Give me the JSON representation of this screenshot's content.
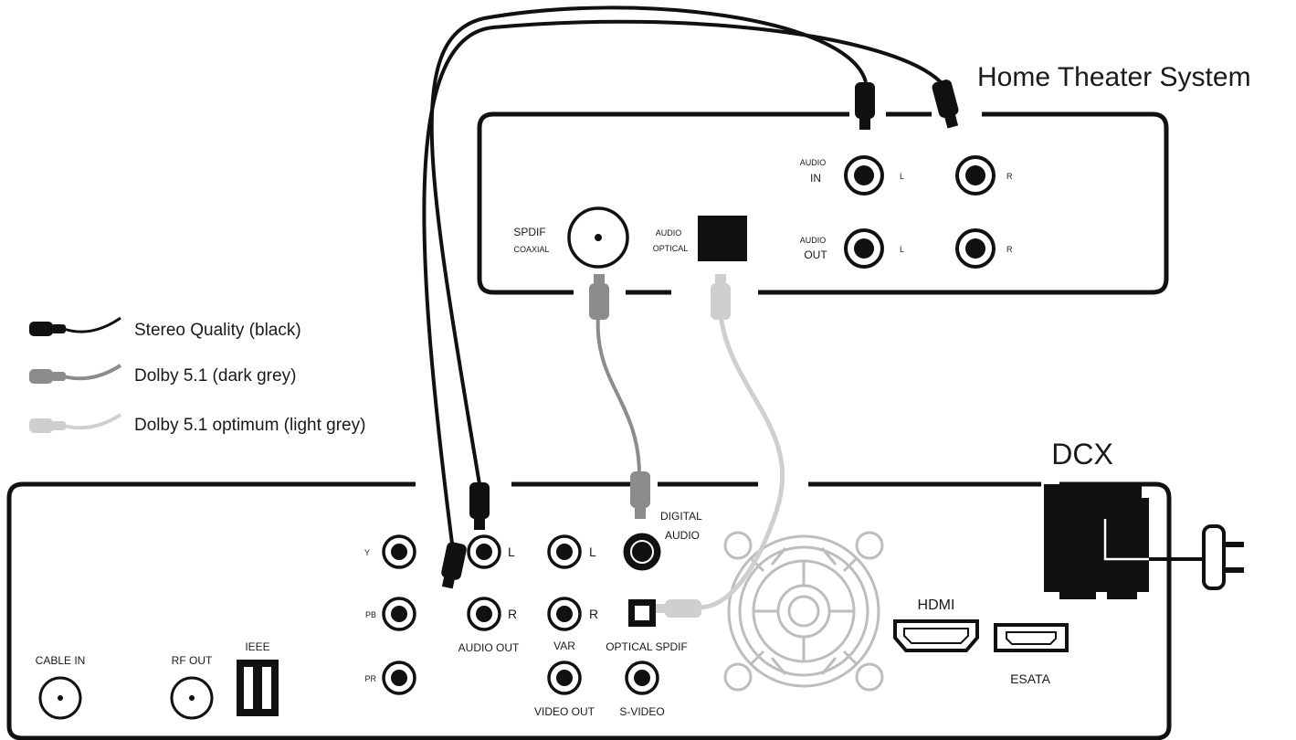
{
  "home_theater": {
    "title": "Home Theater System",
    "audio_in": {
      "top": "AUDIO",
      "bottom": "IN",
      "left": "L",
      "right": "R"
    },
    "audio_out": {
      "top": "AUDIO",
      "bottom": "OUT",
      "left": "L",
      "right": "R"
    },
    "spdif": {
      "top": "SPDIF",
      "bottom": "COAXIAL"
    },
    "audio_optical": {
      "top": "AUDIO",
      "bottom": "OPTICAL"
    }
  },
  "legend": [
    {
      "label": "Stereo Quality (black)",
      "color": "#111111"
    },
    {
      "label": "Dolby 5.1 (dark grey)",
      "color": "#8c8c8c"
    },
    {
      "label": "Dolby 5.1 optimum (light grey)",
      "color": "#cfcfcf"
    }
  ],
  "dcx": {
    "title": "DCX",
    "cable_in": "CABLE IN",
    "rf_out": "RF OUT",
    "ieee": "IEEE",
    "component": {
      "y": "Y",
      "pb": "PB",
      "pr": "PR"
    },
    "audio_out": {
      "left": "L",
      "right": "R",
      "label": "AUDIO OUT"
    },
    "var": {
      "left": "L",
      "right": "R",
      "label": "VAR"
    },
    "video_out": "VIDEO OUT",
    "s_video": "S-VIDEO",
    "digital_audio": {
      "top": "DIGITAL",
      "bottom": "AUDIO"
    },
    "optical_spdif": "OPTICAL SPDIF",
    "hdmi": "HDMI",
    "esata": "ESATA"
  }
}
